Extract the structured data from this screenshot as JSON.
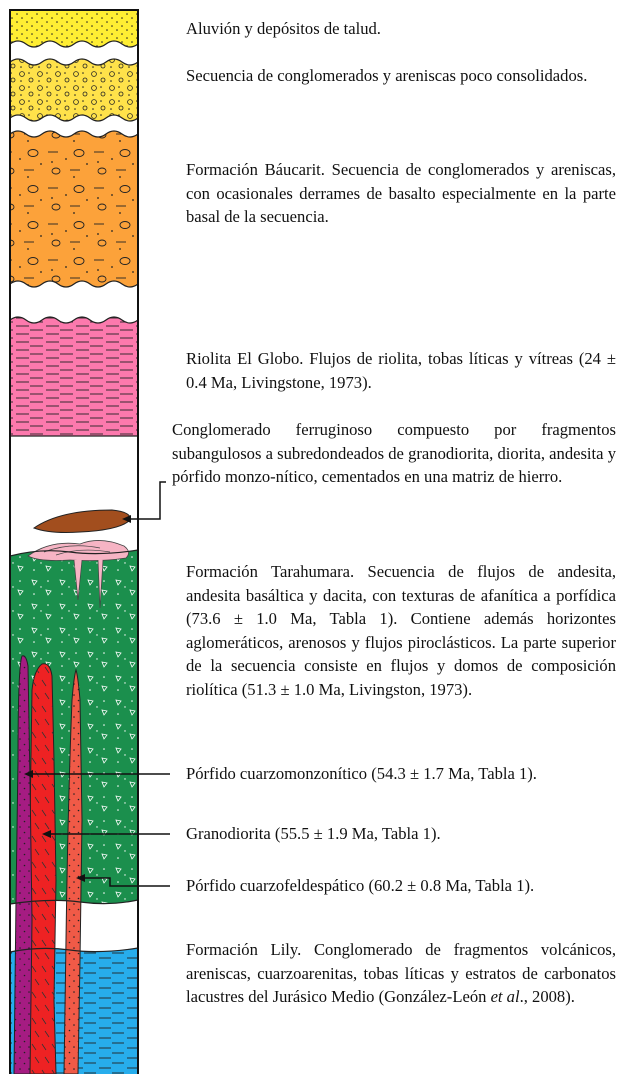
{
  "units": [
    {
      "id": "aluvion",
      "text": "Aluvión y depósitos de talud."
    },
    {
      "id": "secuencia-conglomerados",
      "text": "Secuencia de conglomerados y areniscas poco consolidados."
    },
    {
      "id": "baucarit",
      "text": "Formación Báucarit. Secuencia de conglomerados y areniscas, con ocasionales derrames de basalto especialmente en la parte basal de la secuencia."
    },
    {
      "id": "riolita-el-globo",
      "text": "Riolita El Globo. Flujos de riolita, tobas líticas y vítreas (24 ± 0.4 Ma, Livingstone, 1973)."
    },
    {
      "id": "conglomerado-ferruginoso",
      "text": "Conglomerado ferruginoso compuesto por fragmentos subangulosos a subredondeados de granodiorita, diorita, andesita y pórfido monzo-nítico, cementados en una matriz de hierro."
    },
    {
      "id": "tarahumara",
      "text": "Formación Tarahumara. Secuencia de flujos de andesita, andesita basáltica y dacita, con texturas de afanítica a porfídica (73.6 ± 1.0 Ma, Tabla 1). Contiene además horizontes aglomeráticos, arenosos y flujos piroclásticos. La parte superior de la secuencia consiste en flujos y domos de composición riolítica  (51.3 ± 1.0 Ma, Livingston, 1973)."
    },
    {
      "id": "porfido-cuarzomonzonitico",
      "text": "Pórfido cuarzomonzonítico (54.3 ± 1.7 Ma, Tabla 1)."
    },
    {
      "id": "granodiorita",
      "text": "Granodiorita (55.5 ± 1.9 Ma, Tabla 1)."
    },
    {
      "id": "porfido-cuarzofeldespatico",
      "text": "Pórfido cuarzofeldespático (60.2 ± 0.8 Ma, Tabla 1)."
    }
  ],
  "lily": {
    "main": "Formación Lily. Conglomerado de fragmentos volcánicos, areniscas, cuarzoarenitas, tobas líticas y estratos de carbonatos lacustres del Jurásico Medio (González-León ",
    "etal": "et al",
    "tail": "., 2008)."
  },
  "colors": {
    "aluvion": "#ffee33",
    "conglomerado": "#ffe24a",
    "baucarit": "#fca23a",
    "riolita": "#fc79ad",
    "ferruginoso": "#a24e1e",
    "domos": "#f6b4c4",
    "tarahumara": "#1b8f4d",
    "lily": "#27adec",
    "granodiorita": "#ee2223",
    "cuarzomonzonitico": "#a51c82",
    "cuarzofeldespatico": "#f05a47"
  }
}
